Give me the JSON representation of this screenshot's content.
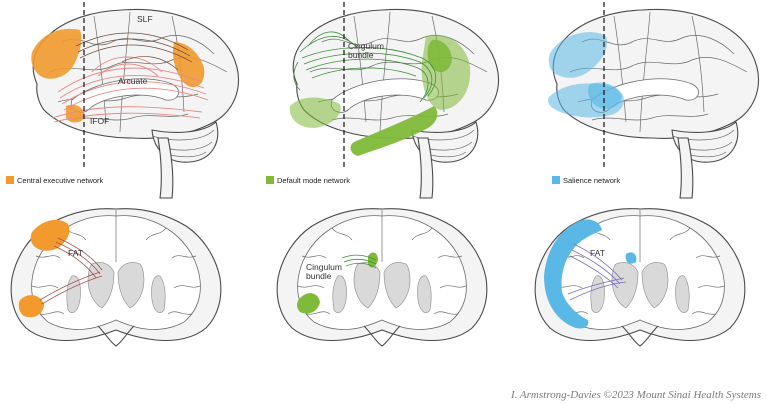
{
  "panels": {
    "ce_sagittal": {
      "labels": {
        "slf": "SLF",
        "arcuate": "Arcuate",
        "ifof": "IFOF"
      },
      "legend": "Central executive network"
    },
    "dmn_sagittal": {
      "labels": {
        "cingulum_line1": "Cingulum",
        "cingulum_line2": "bundle"
      },
      "legend": "Default mode network"
    },
    "sn_sagittal": {
      "legend": "Salience network"
    },
    "ce_coronal": {
      "labels": {
        "fat": "FAT"
      }
    },
    "dmn_coronal": {
      "labels": {
        "cingulum_line1": "Cingulum",
        "cingulum_line2": "bundle"
      }
    },
    "sn_coronal": {
      "labels": {
        "fat": "FAT"
      }
    }
  },
  "colors": {
    "central_executive": "#f29a2e",
    "default_mode": "#7fba3a",
    "salience": "#5ab8e6",
    "ce_tracts": "#e58a86",
    "dmn_tracts": "#3f8f3a",
    "sn_tracts": "#7a6fb5",
    "brain_fill": "#f4f4f4",
    "outline": "#4a4a4a"
  },
  "credit": "I. Armstrong-Davies ©2023 Mount Sinai Health Systems"
}
